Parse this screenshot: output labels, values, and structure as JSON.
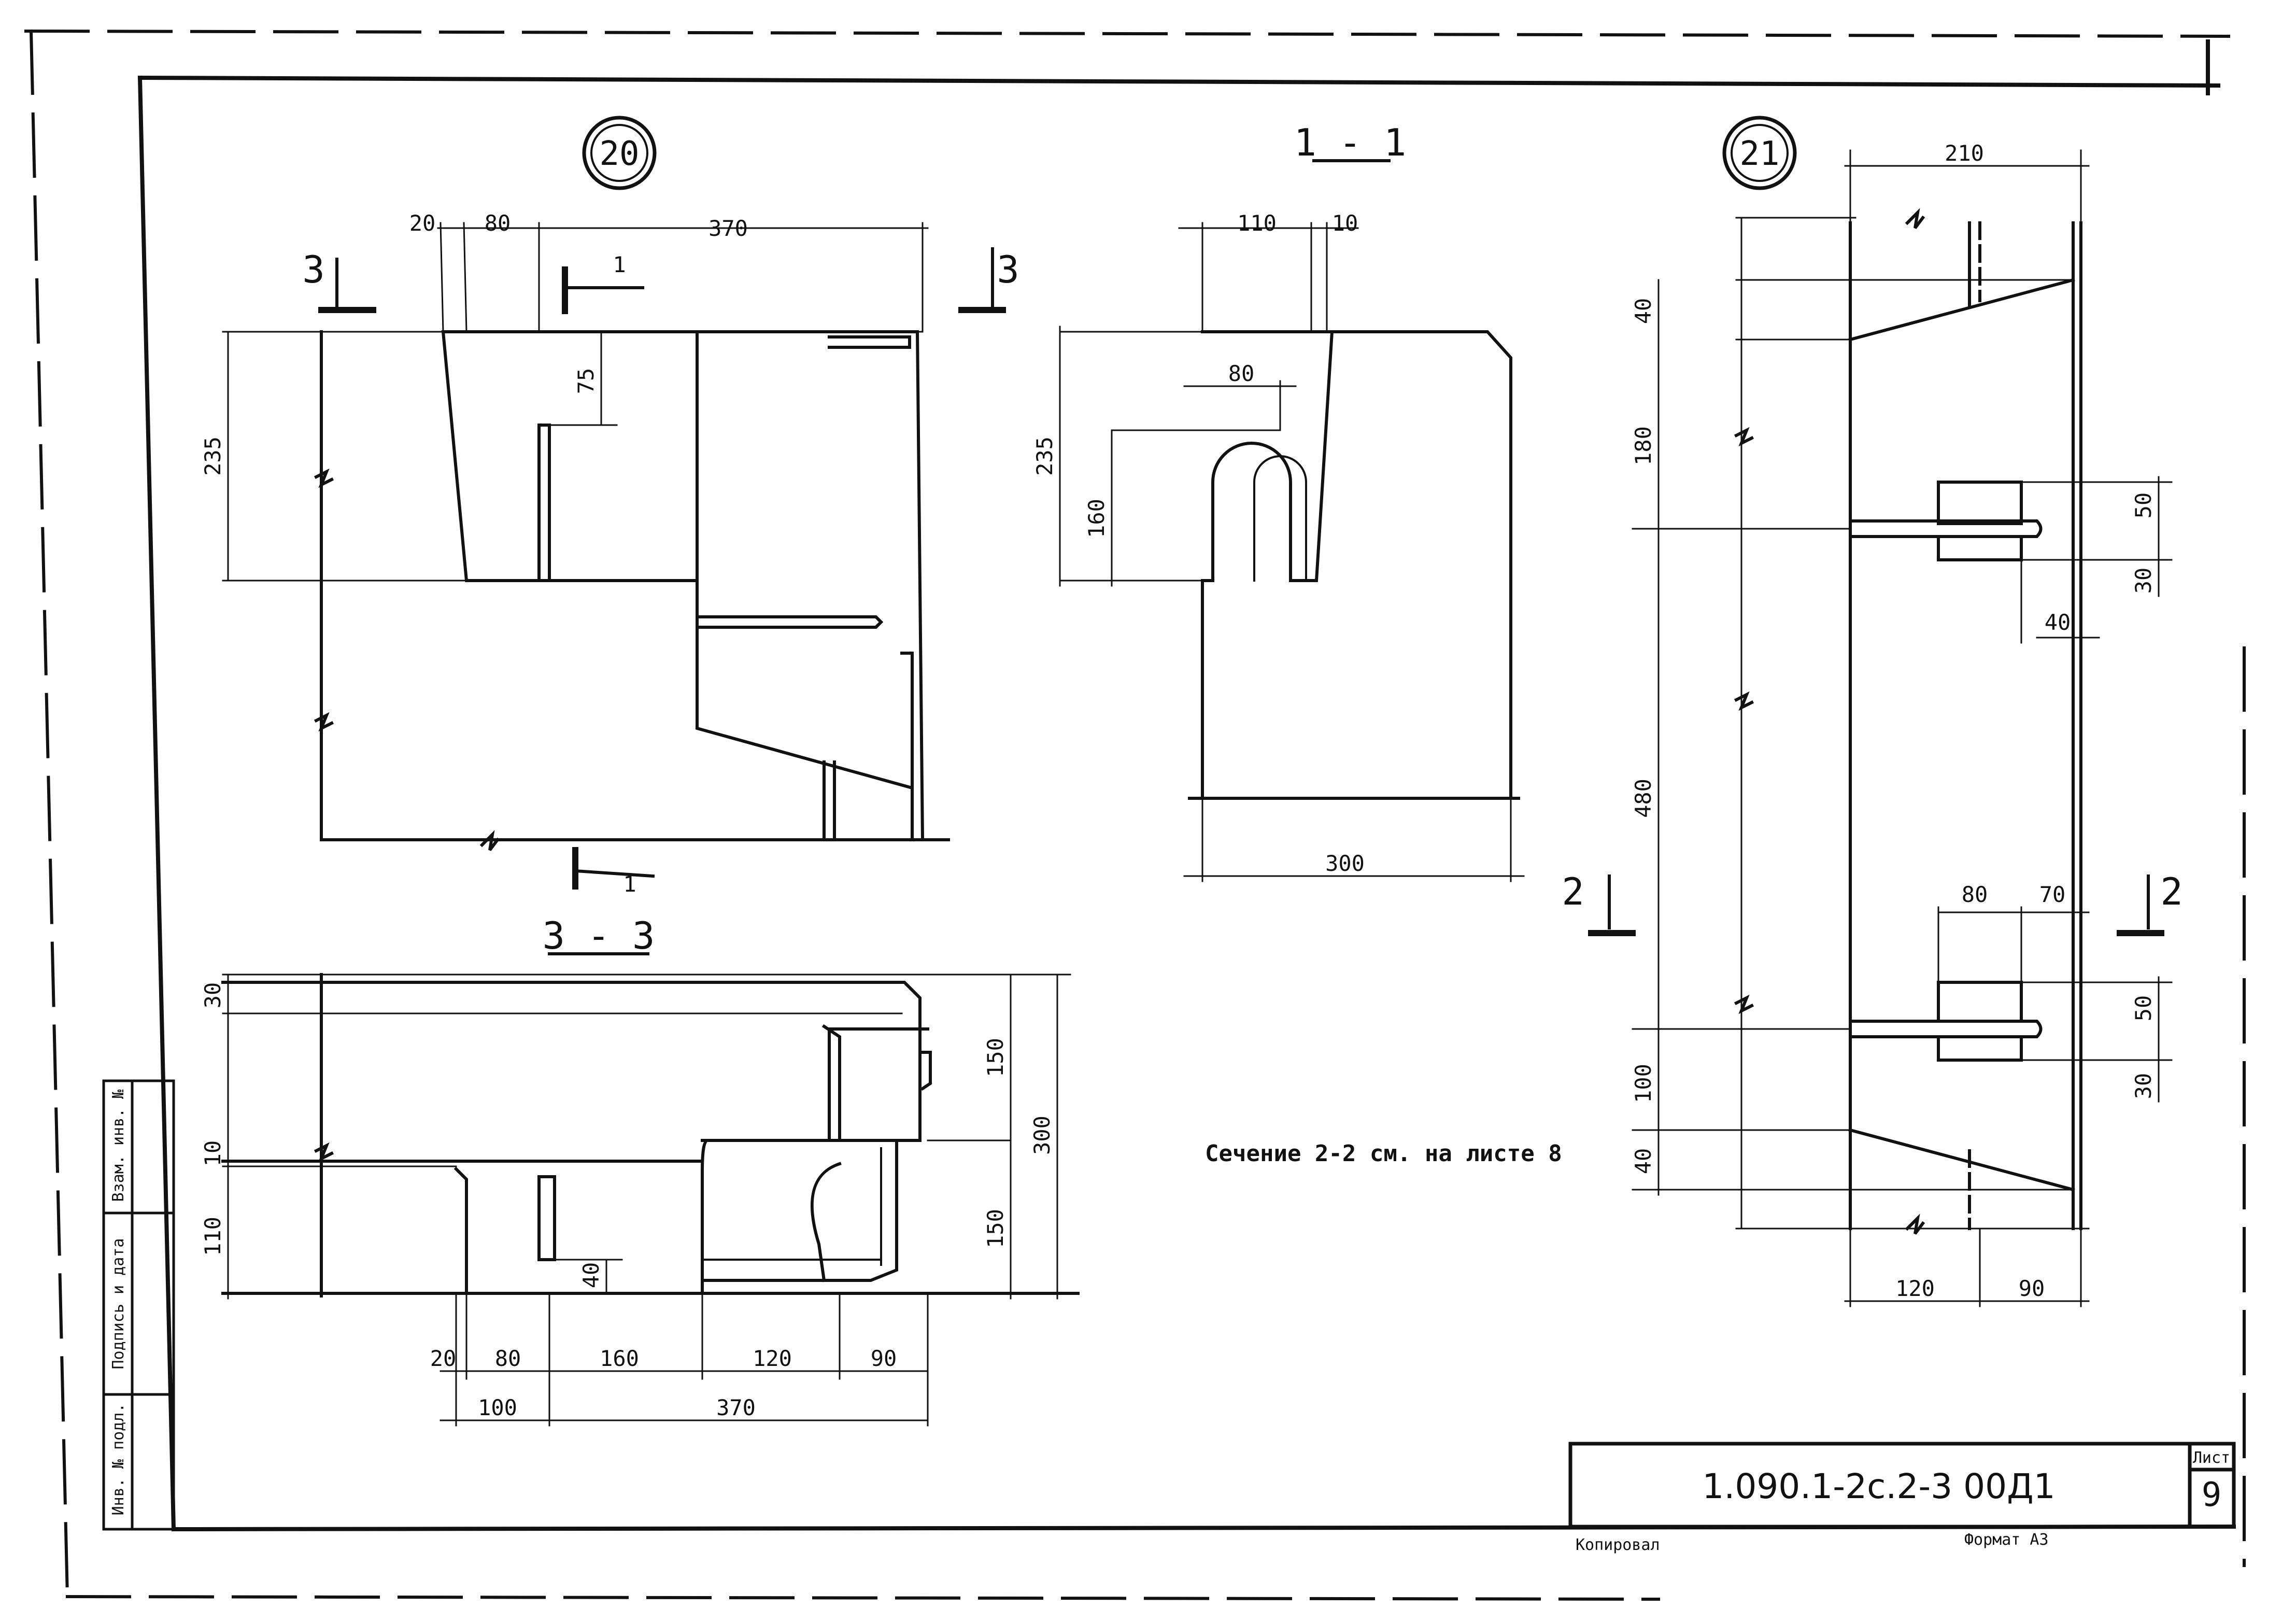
{
  "details": {
    "d20": {
      "marker": "20"
    },
    "d21": {
      "marker": "21"
    }
  },
  "sections": {
    "s11": "1 - 1",
    "s33": "3 - 3",
    "mark1": "1",
    "mark2": "2",
    "mark3": "3"
  },
  "note": "Сечение 2-2 см. на листе 8",
  "dims": {
    "d20": {
      "a": "20",
      "b": "80",
      "c": "370",
      "h": "235",
      "v": "75"
    },
    "s11": {
      "a": "110",
      "b": "10",
      "c": "80",
      "h": "235",
      "v": "160",
      "w": "300"
    },
    "s33": {
      "v30": "30",
      "v10": "10",
      "v110": "110",
      "v40": "40",
      "v150a": "150",
      "v150b": "150",
      "v300": "300",
      "a": "20",
      "b": "80",
      "c": "160",
      "d": "120",
      "e": "90",
      "f": "100",
      "g": "370"
    },
    "d21": {
      "top": "210",
      "v40a": "40",
      "v180": "180",
      "v480": "480",
      "v100": "100",
      "v40b": "40",
      "r50a": "50",
      "r30a": "30",
      "r40": "40",
      "r80": "80",
      "r70": "70",
      "r50b": "50",
      "r30b": "30",
      "bot120": "120",
      "bot90": "90"
    }
  },
  "stamp": {
    "cols": [
      "Инв. № подл.",
      "Подпись и дата",
      "Взам. инв. №"
    ],
    "code": "1.090.1-2с.2-3 00Д1",
    "sheet_label": "Лист",
    "sheet_no": "9",
    "copied": "Копировал",
    "format": "Формат А3"
  }
}
